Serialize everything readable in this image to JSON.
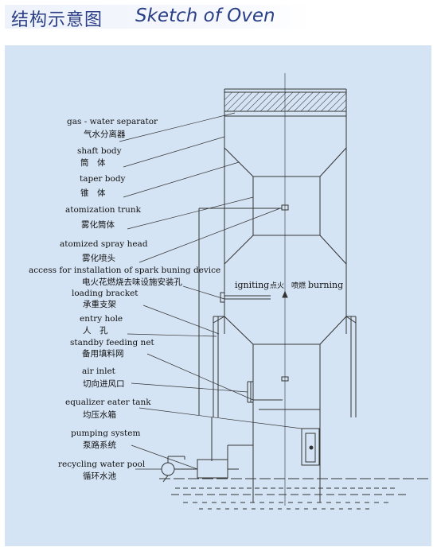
{
  "title": {
    "cn": "结构示意图",
    "en": "Sketch of Oven"
  },
  "labels": {
    "gas_water_separator": {
      "en": "gas - water separator",
      "cn": "气水分离器"
    },
    "shaft_body": {
      "en": "shaft body",
      "cn": "筒　体"
    },
    "taper_body": {
      "en": "taper body",
      "cn": "锥　体"
    },
    "atomization_trunk": {
      "en": "atomization trunk",
      "cn": "雾化筒体"
    },
    "atomized_spray_head": {
      "en": "atomized spray head",
      "cn": "雾化喷头"
    },
    "access_ignition": {
      "en": "access for installation of spark buning device",
      "cn": "电火花燃烧去味设施安装孔"
    },
    "loading_bracket": {
      "en": "loading bracket",
      "cn": "承重支架"
    },
    "entry_hole": {
      "en": "entry hole",
      "cn": "人　孔"
    },
    "standby_feeding_net": {
      "en": "standby feeding net",
      "cn": "备用填料网"
    },
    "air_inlet": {
      "en": "air inlet",
      "cn": "切向进风口"
    },
    "equalizer_tank": {
      "en": "equalizer eater tank",
      "cn": "均压水箱"
    },
    "pumping_system": {
      "en": "pumping system",
      "cn": "泵路系统"
    },
    "recycling_pool": {
      "en": "recycling water pool",
      "cn": "循环水池"
    }
  },
  "igniting": {
    "en": "igniting",
    "cn": "点火"
  },
  "burning": {
    "en": "burning",
    "cn": "喷燃"
  },
  "colors": {
    "title": "#2a3f86",
    "panel": "#d5e4f5",
    "line": "#333333"
  }
}
